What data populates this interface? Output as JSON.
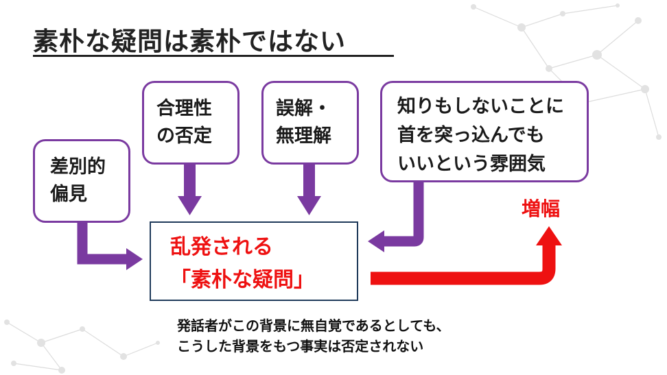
{
  "title": "素朴な疑問は素朴ではない",
  "causes": {
    "sabetsu": [
      "差別的",
      "偏見"
    ],
    "gouri": [
      "合理性",
      "の否定"
    ],
    "gokai": [
      "誤解・",
      "無理解"
    ],
    "fun_iki": [
      "知りもしないことに",
      "首を突っ込んでも",
      "いいという雰囲気"
    ]
  },
  "center": [
    "乱発される",
    "「素朴な疑問」"
  ],
  "amplify": "増幅",
  "note": [
    "発話者がこの背景に無自覚であるとしても、",
    "こうした背景をもつ事実は否定されない"
  ],
  "colors": {
    "cause_border": "#7a3aa0",
    "purple_arrow": "#7a3aa0",
    "red_arrow": "#ee1111",
    "center_border": "#1f3a5a",
    "red_text": "#ee1111"
  }
}
